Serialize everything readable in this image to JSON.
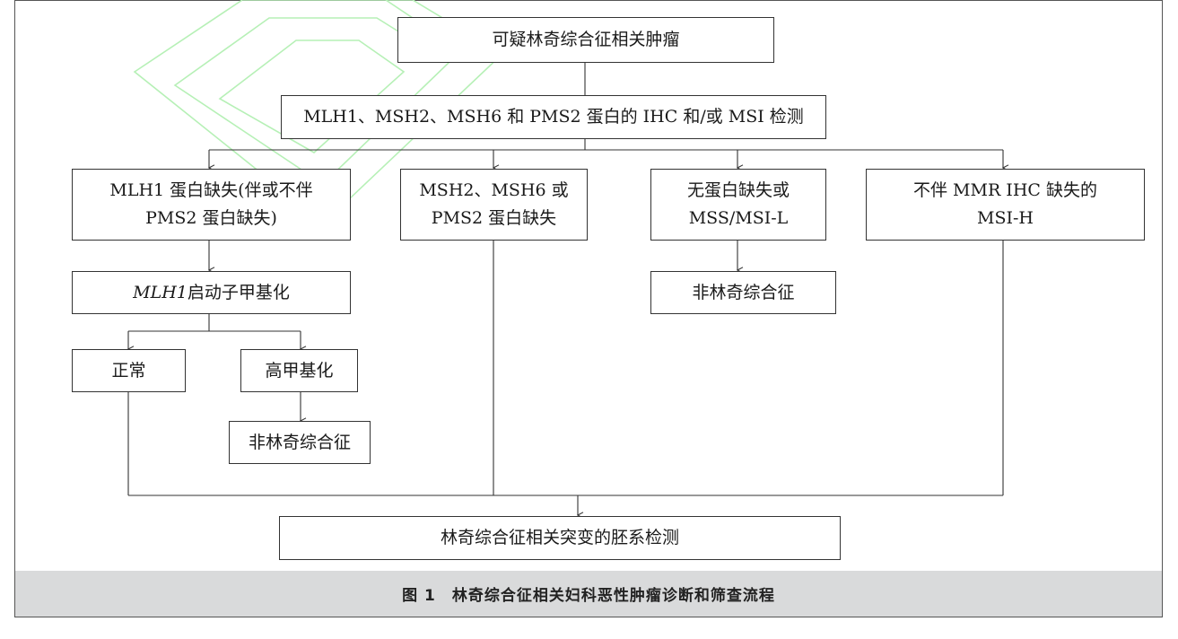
{
  "nodes": {
    "suspect": "可疑林奇综合征相关肿瘤",
    "ihc_msi": "MLH1、MSH2、MSH6 和 PMS2 蛋白的 IHC 和/或 MSI 检测",
    "mlh1_loss": "MLH1 蛋白缺失(伴或不伴\nPMS2 蛋白缺失)",
    "msh_loss": "MSH2、MSH6 或\nPMS2 蛋白缺失",
    "no_loss": "无蛋白缺失或\nMSS/MSI-L",
    "msi_h": "不伴 MMR IHC 缺失的\nMSI-H",
    "methyl_gene": "MLH1",
    "methyl_rest": " 启动子甲基化",
    "normal": "正常",
    "hyper": "高甲基化",
    "non_lynch_a": "非林奇综合征",
    "non_lynch_b": "非林奇综合征",
    "germline": "林奇综合征相关突变的胚系检测"
  },
  "caption": "图 1　林奇综合征相关妇科恶性肿瘤诊断和筛查流程",
  "colors": {
    "watermark": "#b6f0b6",
    "caption_bg": "#d9dadb",
    "line": "#333333"
  }
}
